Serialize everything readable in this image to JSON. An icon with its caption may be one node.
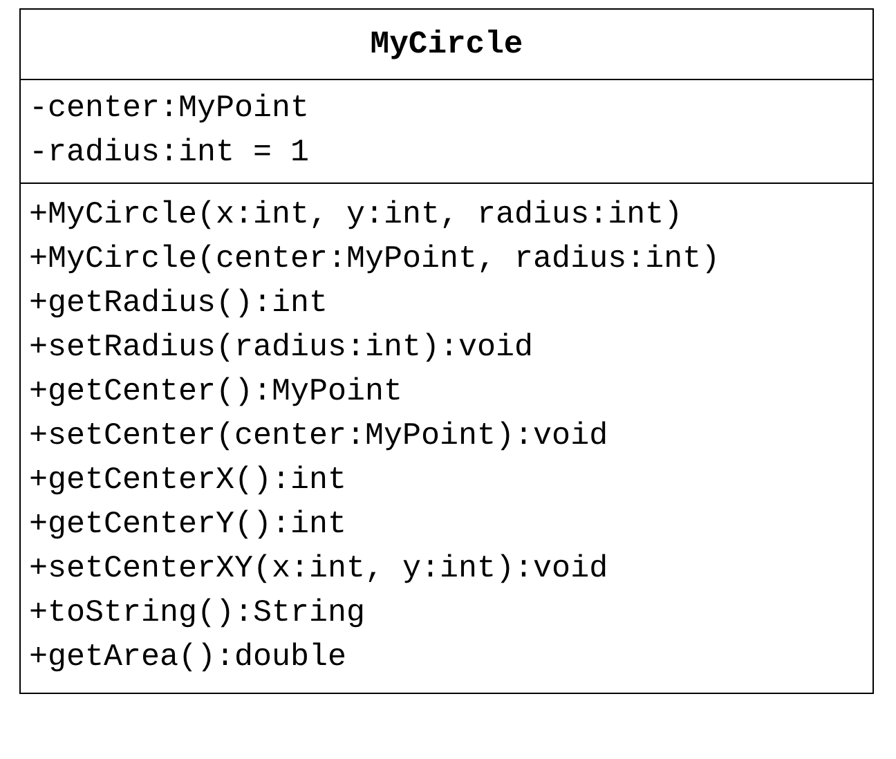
{
  "diagram": {
    "nodes": [
      {
        "text": [
          "MyCircle"
        ]
      },
      {
        "text": [
          "-center:MyPoint",
          "-radius:int = 1"
        ],
        "in": 0
      },
      {
        "text": [
          "+MyCircle(x:int, y:int, radius:int)",
          "+MyCircle(center:MyPoint, radius:int)",
          "+getRadius():int",
          "+setRadius(radius:int):void",
          "+getCenter():MyPoint",
          "+setCenter(center:MyPoint):void",
          "+getCenterX():int",
          "+getCenterY():int",
          "+setCenterXY(x:int, y:int):void",
          "+toString():String",
          "+getArea():double"
        ],
        "in": 0
      }
    ],
    "edges": []
  }
}
